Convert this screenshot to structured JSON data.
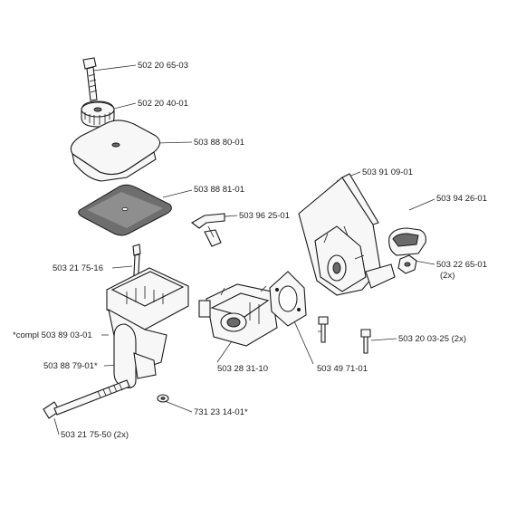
{
  "labels": {
    "screw_top": "502 20 65-03",
    "knob": "502 20 40-01",
    "filter_cover": "503 88 80-01",
    "filter_element": "503 88 81-01",
    "lever": "503 96 25-01",
    "stud": "503 21 75-16",
    "filter_housing_compl": "*compl 503 89 03-01",
    "gasket_left": "503 88 79-01*",
    "long_bolt": "503 21 75-50 (2x)",
    "carburetor": "503 28 31-10",
    "washer": "731 23 14-01*",
    "intake_gasket": "503 49 71-01",
    "intake_screws": "503 20 03-25 (2x)",
    "carb_housing": "503 91 09-01",
    "choke_knob": "503 94 26-01",
    "nut": "503 22 65-01",
    "nut_qty": "(2x)"
  }
}
